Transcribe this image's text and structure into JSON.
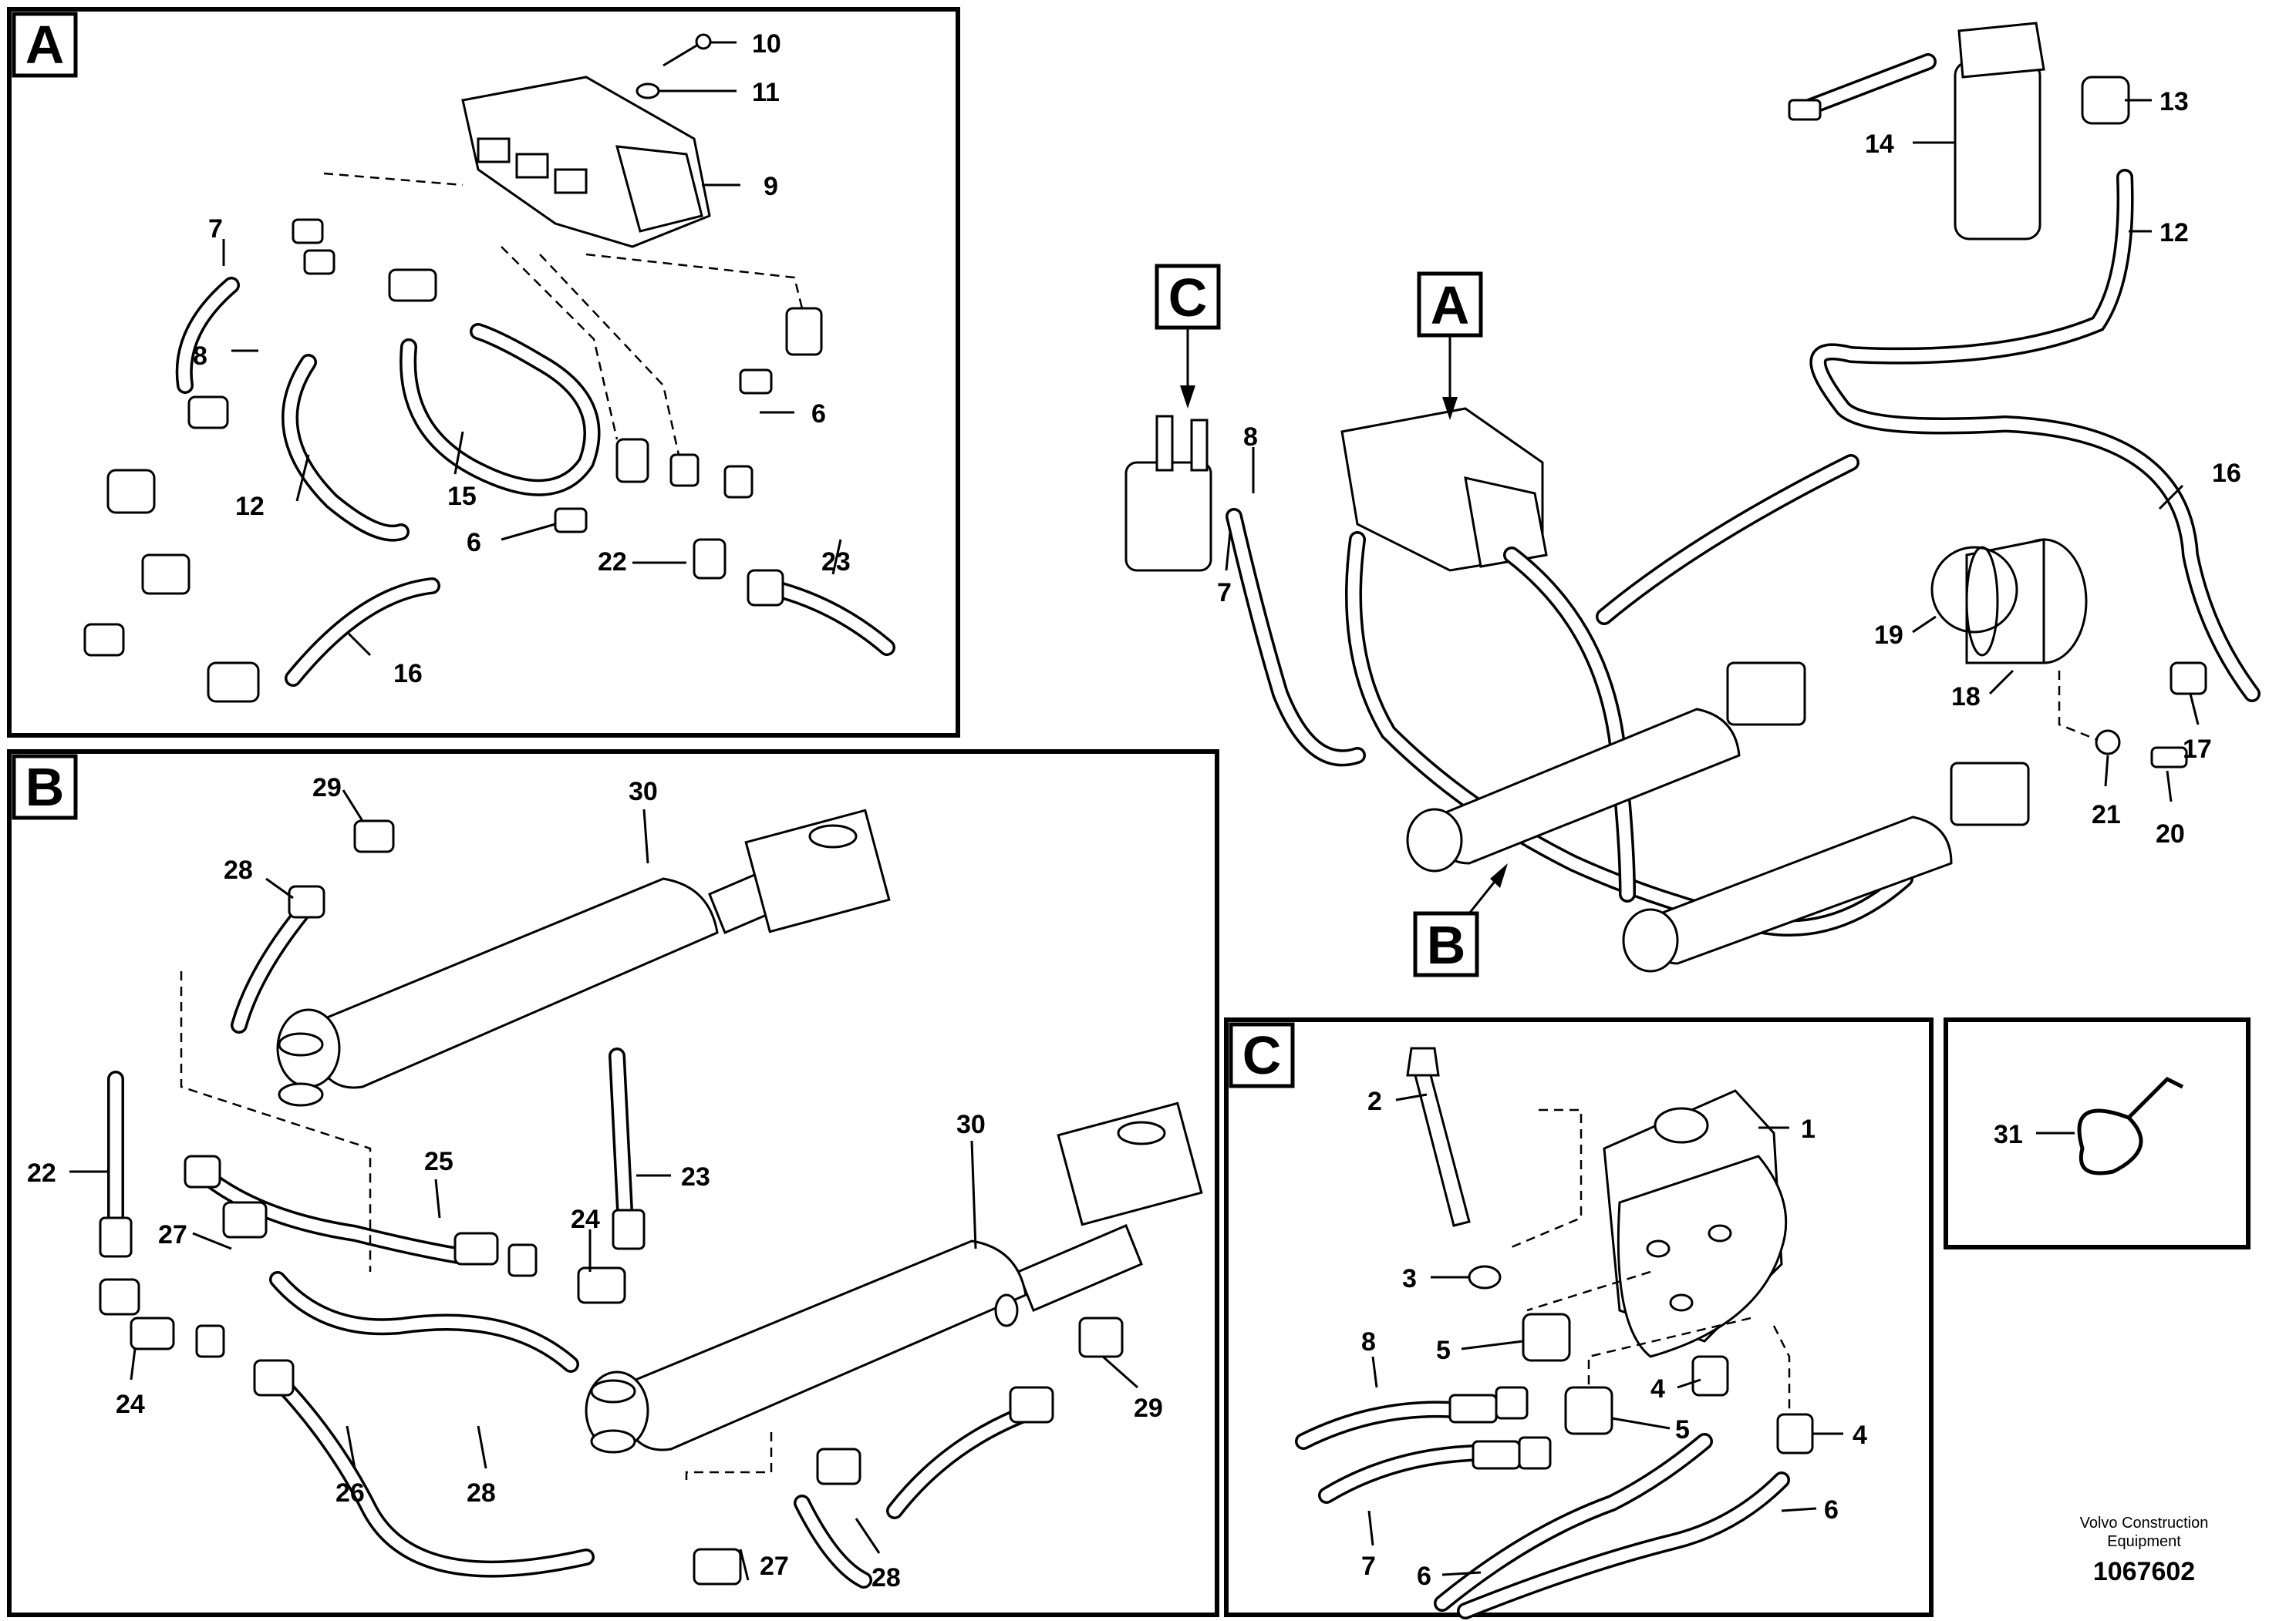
{
  "panels": {
    "A": {
      "tag": "A",
      "callouts": [
        "10",
        "11",
        "9",
        "7",
        "8",
        "12",
        "15",
        "6",
        "6",
        "22",
        "23",
        "16"
      ]
    },
    "B": {
      "tag": "B",
      "callouts": [
        "29",
        "30",
        "28",
        "22",
        "25",
        "23",
        "24",
        "27",
        "30",
        "24",
        "26",
        "28",
        "27",
        "28",
        "29"
      ]
    },
    "C": {
      "tag": "C",
      "callouts": [
        "2",
        "1",
        "3",
        "8",
        "5",
        "4",
        "5",
        "4",
        "7",
        "6",
        "6"
      ]
    },
    "overview": {
      "tags": [
        "C",
        "A",
        "B"
      ],
      "callouts": [
        "14",
        "13",
        "12",
        "8",
        "16",
        "7",
        "19",
        "18",
        "17",
        "21",
        "20"
      ]
    },
    "clamp": {
      "callouts": [
        "31"
      ]
    }
  },
  "footer": {
    "publisher_line1": "Volvo Construction",
    "publisher_line2": "Equipment",
    "figure_number": "1067602"
  }
}
